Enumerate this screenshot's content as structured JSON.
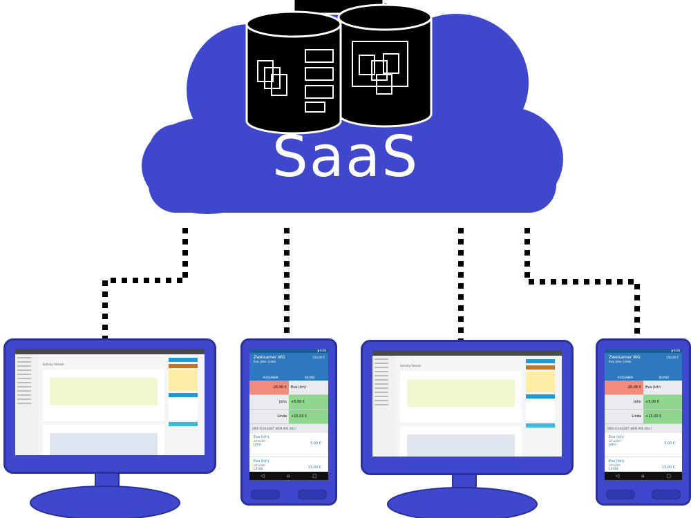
{
  "cloud": {
    "label": "SaaS",
    "color": "#3f48cc"
  },
  "phone": {
    "title": "Zweisamer WG",
    "subtitle": "Eva, John, Linda",
    "total": "150,00 €",
    "tab_expenses": "AUSGABEN",
    "tab_balance": "BILANZ",
    "balances": [
      {
        "name": "Eva (Ich)",
        "amount": "-20,00 €",
        "type": "neg"
      },
      {
        "name": "John",
        "amount": "+5,00 €",
        "type": "pos"
      },
      {
        "name": "Linda",
        "amount": "+15,00 €",
        "type": "pos"
      }
    ],
    "section": "WER SCHULDET WEM WIE VIEL?",
    "debts": [
      {
        "from": "Eva (Ich)",
        "verb": "schuldet",
        "to": "John",
        "amount": "5,00 €"
      },
      {
        "from": "Eva (Ich)",
        "verb": "schuldet",
        "to": "Linda",
        "amount": "15,00 €"
      }
    ]
  },
  "monitor": {
    "section": "Activity Stream"
  }
}
